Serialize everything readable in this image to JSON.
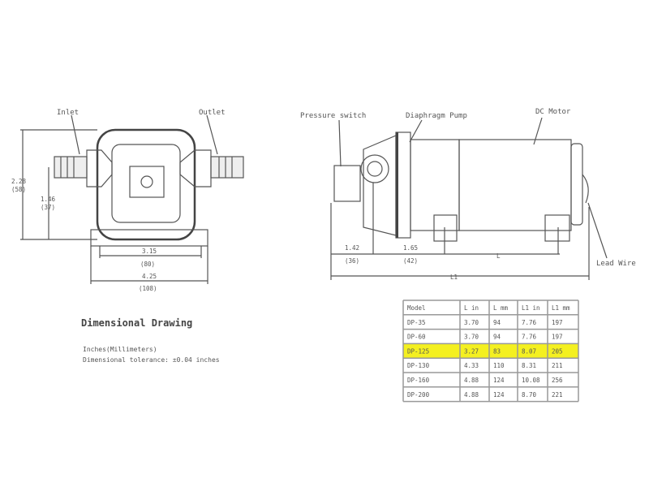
{
  "front_view": {
    "inlet_label": "Inlet",
    "outlet_label": "Outlet",
    "height_total": "2.28",
    "height_total_mm": "(58)",
    "port_height": "1.46",
    "port_height_mm": "(37)",
    "base_inner": "3.15",
    "base_inner_mm": "(80)",
    "base_outer": "4.25",
    "base_outer_mm": "(108)"
  },
  "side_view": {
    "pressure_switch_label": "Pressure switch",
    "diaphragm_pump_label": "Diaphragm Pump",
    "dc_motor_label": "DC Motor",
    "lead_wire_label": "Lead Wire",
    "dim_a": "1.42",
    "dim_a_mm": "(36)",
    "dim_b": "1.65",
    "dim_b_mm": "(42)",
    "dim_l": "L",
    "dim_l1": "L1"
  },
  "notes": {
    "title": "Dimensional Drawing",
    "units": "Inches(Millimeters)",
    "tolerance": "Dimensional tolerance: ±0.04 inches"
  },
  "table": {
    "headers": [
      "Model",
      "L in",
      "L mm",
      "L1 in",
      "L1 mm"
    ],
    "rows": [
      [
        "DP-35",
        "3.70",
        "94",
        "7.76",
        "197"
      ],
      [
        "DP-60",
        "3.70",
        "94",
        "7.76",
        "197"
      ],
      [
        "DP-125",
        "3.27",
        "83",
        "8.07",
        "205"
      ],
      [
        "DP-130",
        "4.33",
        "110",
        "8.31",
        "211"
      ],
      [
        "DP-160",
        "4.88",
        "124",
        "10.08",
        "256"
      ],
      [
        "DP-200",
        "4.88",
        "124",
        "8.70",
        "221"
      ]
    ],
    "highlight_row": 2,
    "highlight_color": "#f4f020"
  }
}
